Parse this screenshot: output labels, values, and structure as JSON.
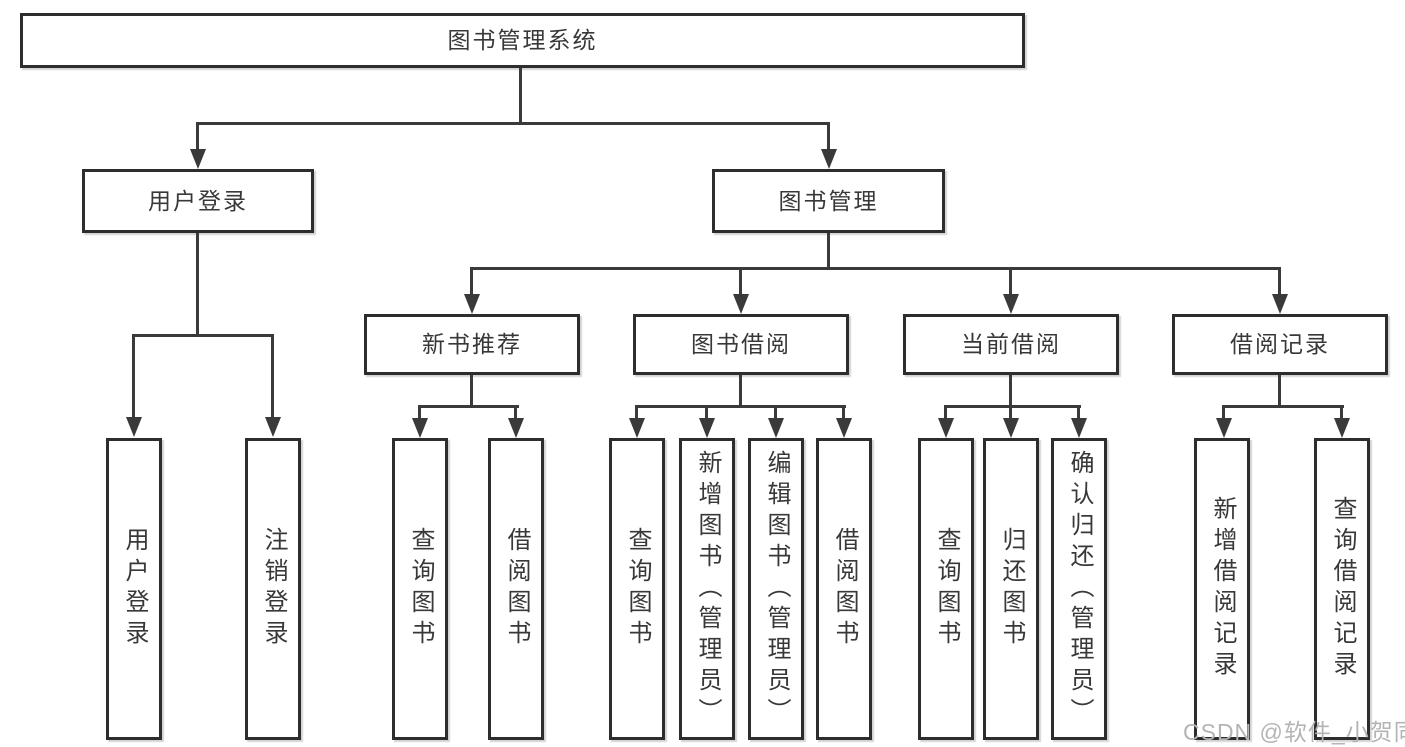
{
  "tree": {
    "root": {
      "label": "图书管理系统"
    },
    "branches": [
      {
        "label": "用户登录",
        "children": [
          {
            "label": "用户登录"
          },
          {
            "label": "注销登录"
          }
        ]
      },
      {
        "label": "图书管理",
        "children": [
          {
            "label": "新书推荐",
            "children": [
              {
                "label": "查询图书"
              },
              {
                "label": "借阅图书"
              }
            ]
          },
          {
            "label": "图书借阅",
            "children": [
              {
                "label": "查询图书"
              },
              {
                "label": "新增图书（管理员）"
              },
              {
                "label": "编辑图书（管理员）"
              },
              {
                "label": "借阅图书"
              }
            ]
          },
          {
            "label": "当前借阅",
            "children": [
              {
                "label": "查询图书"
              },
              {
                "label": "归还图书"
              },
              {
                "label": "确认归还（管理员）"
              }
            ]
          },
          {
            "label": "借阅记录",
            "children": [
              {
                "label": "新增借阅记录"
              },
              {
                "label": "查询借阅记录"
              }
            ]
          }
        ]
      }
    ]
  },
  "watermark": {
    "text": "CSDN @软件_小贺同学"
  },
  "colors": {
    "line": "#3a3a3a",
    "border": "#2d2d2d",
    "text": "#383838",
    "watermark": "#b4b4b4",
    "background": "#ffffff"
  }
}
